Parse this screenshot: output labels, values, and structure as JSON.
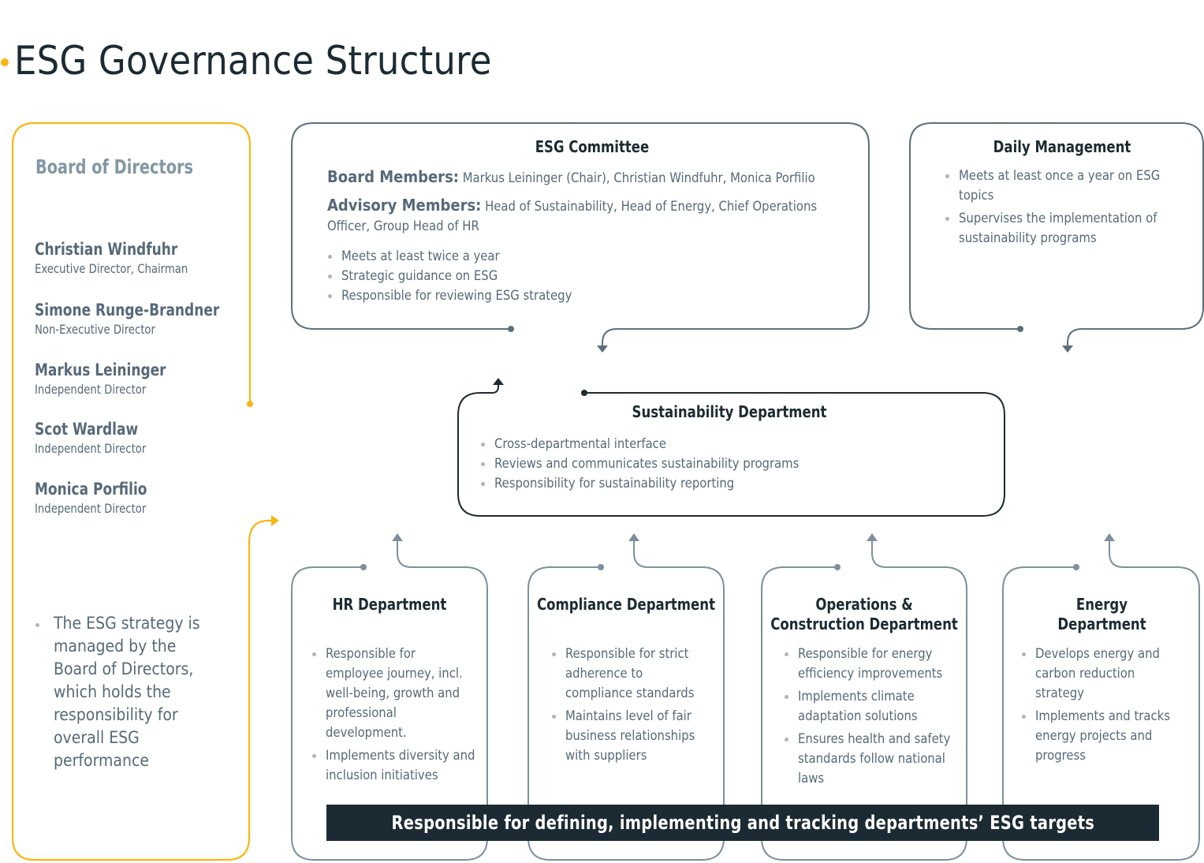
{
  "page": {
    "title": "ESG Governance Structure",
    "accent_color": "#f8b616",
    "dark_color": "#1c2b33",
    "line_color": "#5b6f7c"
  },
  "board": {
    "title": "Board of Directors",
    "directors": [
      {
        "name": "Christian Windfuhr",
        "role": "Executive Director, Chairman"
      },
      {
        "name": "Simone Runge-Brandner",
        "role": "Non-Executive Director"
      },
      {
        "name": "Markus Leininger",
        "role": "Independent Director"
      },
      {
        "name": "Scot Wardlaw",
        "role": "Independent Director"
      },
      {
        "name": "Monica Porfilio",
        "role": "Independent Director"
      }
    ],
    "note": "The ESG strategy is managed by the Board of Directors, which holds the responsibility for overall ESG performance"
  },
  "esg_committee": {
    "title": "ESG Committee",
    "board_members_label": "Board Members:",
    "board_members": "Markus Leininger (Chair), Christian Windfuhr, Monica Porfilio",
    "advisory_members_label": "Advisory Members:",
    "advisory_members": "Head of Sustainability, Head of Energy, Chief Operations Officer, Group Head of HR",
    "bullets": [
      "Meets at least twice a year",
      "Strategic guidance on ESG",
      "Responsible for reviewing ESG strategy"
    ]
  },
  "daily_management": {
    "title": "Daily Management",
    "bullets": [
      "Meets at least once a year on ESG topics",
      "Supervises the implementation of sustainability programs"
    ]
  },
  "sustainability_department": {
    "title": "Sustainability Department",
    "bullets": [
      "Cross-departmental interface",
      "Reviews and communicates sustainability programs",
      "Responsibility for sustainability reporting"
    ]
  },
  "departments": [
    {
      "title": "HR Department",
      "bullets": [
        "Responsible for employee journey, incl. well-being, growth and professional development.",
        "Implements diversity and inclusion initiatives"
      ]
    },
    {
      "title": "Compliance Department",
      "bullets": [
        "Responsible for strict adherence to compliance standards",
        "Maintains level of fair business relationships with suppliers"
      ]
    },
    {
      "title": "Operations & Construction Department",
      "bullets": [
        "Responsible for energy efficiency improvements",
        "Implements climate adaptation solutions",
        "Ensures health and safety standards follow national laws"
      ]
    },
    {
      "title": "Energy Department",
      "bullets": [
        "Develops energy and carbon reduction strategy",
        "Implements and tracks energy projects and progress"
      ]
    }
  ],
  "banner": {
    "text": "Responsible for defining, implementing and tracking departments’ ESG targets"
  }
}
